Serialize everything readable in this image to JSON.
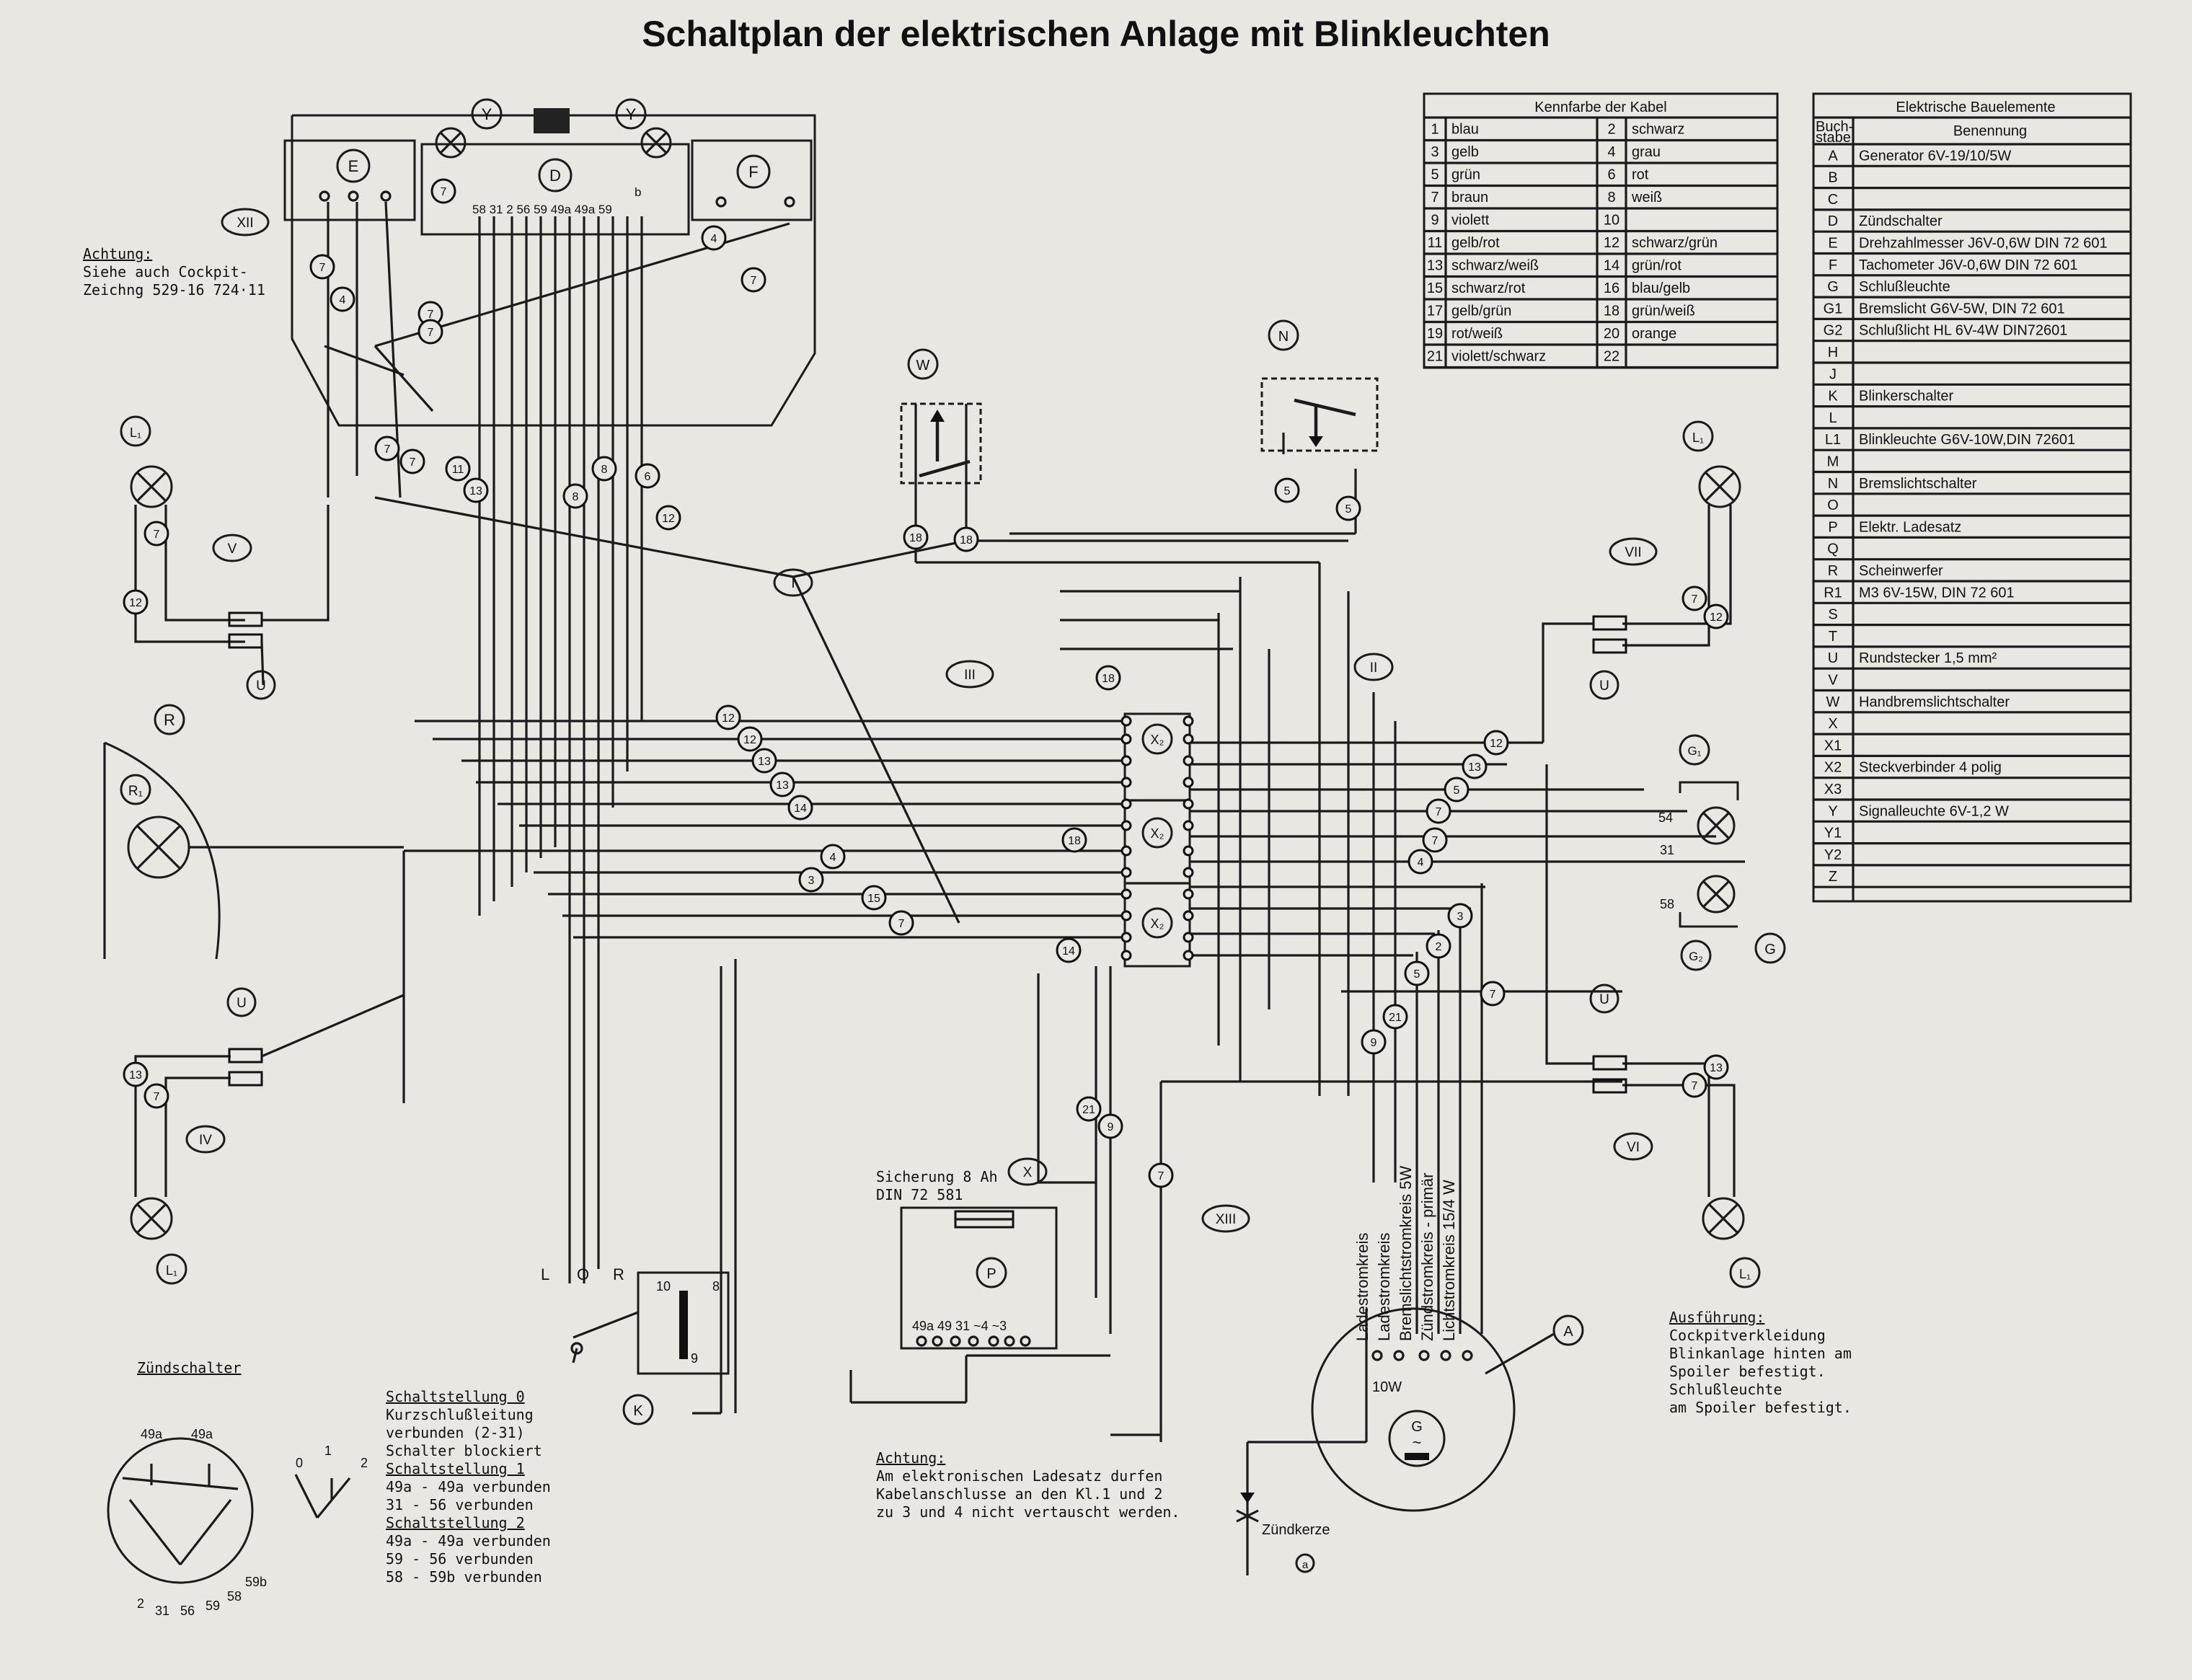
{
  "title": "Schaltplan der elektrischen Anlage mit Blinkleuchten",
  "colour_table": {
    "header": "Kennfarbe der Kabel",
    "rows": [
      [
        "1",
        "blau",
        "2",
        "schwarz"
      ],
      [
        "3",
        "gelb",
        "4",
        "grau"
      ],
      [
        "5",
        "grün",
        "6",
        "rot"
      ],
      [
        "7",
        "braun",
        "8",
        "weiß"
      ],
      [
        "9",
        "violett",
        "10",
        ""
      ],
      [
        "11",
        "gelb/rot",
        "12",
        "schwarz/grün"
      ],
      [
        "13",
        "schwarz/weiß",
        "14",
        "grün/rot"
      ],
      [
        "15",
        "schwarz/rot",
        "16",
        "blau/gelb"
      ],
      [
        "17",
        "gelb/grün",
        "18",
        "grün/weiß"
      ],
      [
        "19",
        "rot/weiß",
        "20",
        "orange"
      ],
      [
        "21",
        "violett/schwarz",
        "22",
        ""
      ]
    ]
  },
  "component_table": {
    "header": "Elektrische Bauelemente",
    "col_letter": "Buch-stabe",
    "col_name": "Benennung",
    "rows": [
      [
        "A",
        "Generator 6V-19/10/5W"
      ],
      [
        "B",
        ""
      ],
      [
        "C",
        ""
      ],
      [
        "D",
        "Zündschalter"
      ],
      [
        "E",
        "Drehzahlmesser J6V-0,6W DIN 72 601"
      ],
      [
        "F",
        "Tachometer J6V-0,6W DIN 72 601"
      ],
      [
        "G",
        "Schlußleuchte"
      ],
      [
        "G1",
        "Bremslicht G6V-5W, DIN 72 601"
      ],
      [
        "G2",
        "Schlußlicht HL 6V-4W DIN72601"
      ],
      [
        "H",
        ""
      ],
      [
        "J",
        ""
      ],
      [
        "K",
        "Blinkerschalter"
      ],
      [
        "L",
        ""
      ],
      [
        "L1",
        "Blinkleuchte G6V-10W,DIN 72601"
      ],
      [
        "M",
        ""
      ],
      [
        "N",
        "Bremslichtschalter"
      ],
      [
        "O",
        ""
      ],
      [
        "P",
        "Elektr. Ladesatz"
      ],
      [
        "Q",
        ""
      ],
      [
        "R",
        "Scheinwerfer"
      ],
      [
        "R1",
        "M3 6V-15W, DIN 72 601"
      ],
      [
        "S",
        ""
      ],
      [
        "T",
        ""
      ],
      [
        "U",
        "Rundstecker 1,5 mm²"
      ],
      [
        "V",
        ""
      ],
      [
        "W",
        "Handbremslichtschalter"
      ],
      [
        "X",
        ""
      ],
      [
        "X1",
        ""
      ],
      [
        "X2",
        "Steckverbinder 4 polig"
      ],
      [
        "X3",
        ""
      ],
      [
        "Y",
        "Signalleuchte 6V-1,2 W"
      ],
      [
        "Y1",
        ""
      ],
      [
        "Y2",
        ""
      ],
      [
        "Z",
        ""
      ]
    ]
  },
  "notes": {
    "achtung_top": {
      "heading": "Achtung:",
      "lines": [
        "Siehe auch Cockpit-",
        "Zeichng 529-16 724·11"
      ]
    },
    "zuendschalter_label": "Zündschalter",
    "schaltstellung": [
      {
        "heading": "Schaltstellung 0",
        "lines": [
          "Kurzschlußleitung",
          "verbunden (2-31)",
          "Schalter blockiert"
        ]
      },
      {
        "heading": "Schaltstellung 1",
        "lines": [
          "49a - 49a verbunden",
          "31 - 56 verbunden"
        ]
      },
      {
        "heading": "Schaltstellung 2",
        "lines": [
          "49a - 49a verbunden",
          "59 - 56 verbunden",
          "58 - 59b verbunden"
        ]
      }
    ],
    "achtung_bottom": {
      "heading": "Achtung:",
      "lines": [
        "Am elektronischen Ladesatz durfen",
        "Kabelanschlusse an den Kl.1 und 2",
        "zu 3 und 4 nicht vertauscht werden."
      ]
    },
    "ausfuehrung": {
      "heading": "Ausführung:",
      "lines": [
        "Cockpitverkleidung",
        "Blinkanlage hinten am",
        "Spoiler befestigt.",
        "Schlußleuchte",
        "am Spoiler befestigt."
      ]
    },
    "sicherung": [
      "Sicherung 8 Ah",
      "DIN 72 581"
    ],
    "zuendkerze": "Zündkerze",
    "circuits": [
      "Ladestromkreis",
      "Ladestromkreis",
      "Bremslichtstromkreis 5W",
      "Zündstromkreis - primär",
      "Lichtstromkreis 15/4 W"
    ],
    "gen_10w": "10W",
    "switch_lor": [
      "L",
      "O",
      "R"
    ]
  },
  "terminals": {
    "D": "58 31  2  56 59 49a 49a 59",
    "P": "49a 49 31 ~4 ~3"
  }
}
